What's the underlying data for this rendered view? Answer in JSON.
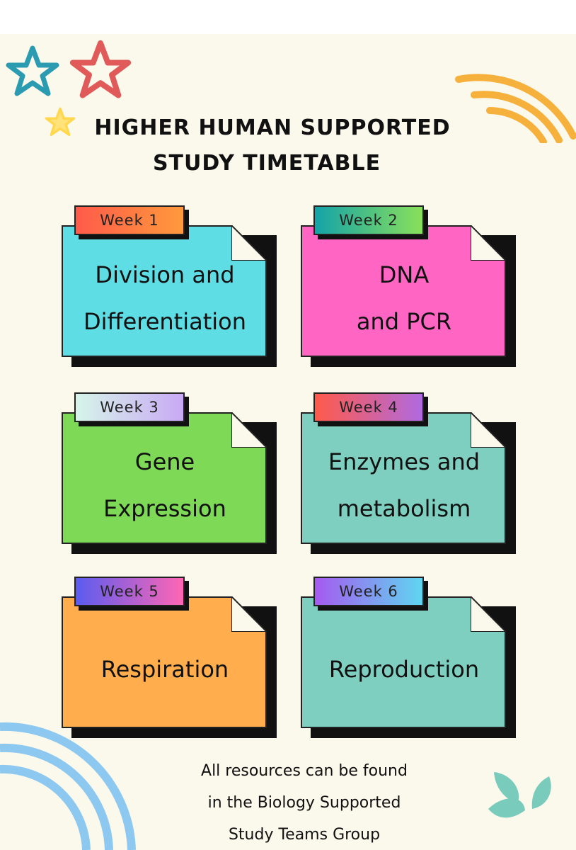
{
  "poster": {
    "title_line1": "HIGHER HUMAN SUPPORTED",
    "title_line2": "STUDY TIMETABLE",
    "cards": [
      {
        "week": "Week 1",
        "lines": [
          "Division and",
          "Differentiation"
        ],
        "color": "#5fdde5",
        "tab_from": "#ff5a4a",
        "tab_to": "#ff9a3c"
      },
      {
        "week": "Week 2",
        "lines": [
          "DNA",
          "and PCR"
        ],
        "color": "#ff66c4",
        "tab_from": "#14a3a8",
        "tab_to": "#8ae05a"
      },
      {
        "week": "Week 3",
        "lines": [
          "Gene",
          "Expression"
        ],
        "color": "#7ed957",
        "tab_from": "#d6f5e9",
        "tab_to": "#c9a9f5"
      },
      {
        "week": "Week 4",
        "lines": [
          "Enzymes and",
          "metabolism"
        ],
        "color": "#7ecfbf",
        "tab_from": "#ff5a4a",
        "tab_to": "#b06ae0"
      },
      {
        "week": "Week 5",
        "lines": [
          "Respiration"
        ],
        "color": "#ffad4d",
        "tab_from": "#5a5cf0",
        "tab_to": "#ff66b4"
      },
      {
        "week": "Week 6",
        "lines": [
          "Reproduction"
        ],
        "color": "#7ecfbf",
        "tab_from": "#a55af0",
        "tab_to": "#5fd6f0"
      }
    ],
    "footer_line1": "All resources can be found",
    "footer_line2": "in the Biology Supported",
    "footer_line3": "Study Teams Group"
  },
  "decor": {
    "star_blue": "#2a9bb0",
    "star_red": "#e05a5a",
    "star_yellow": "#ffd84d",
    "rainbow_orange": "#f6b13c",
    "rainbow_blue": "#8cc8f0",
    "leaf_teal": "#79cbbc"
  }
}
